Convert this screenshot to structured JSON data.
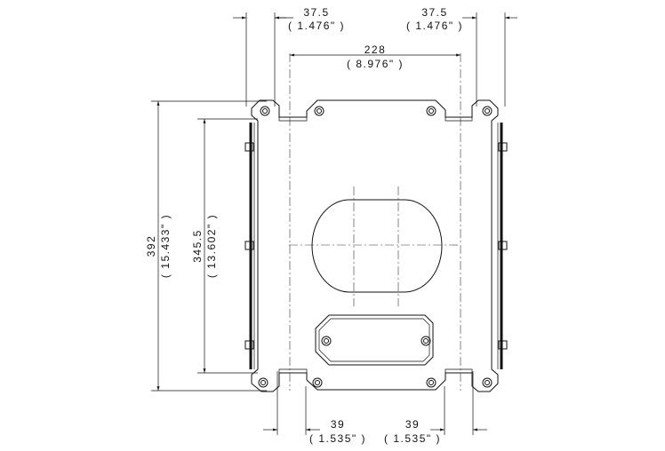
{
  "dimensions": {
    "top_left_offset": {
      "value": "37.5",
      "imperial": "( 1.476\" )"
    },
    "top_right_offset": {
      "value": "37.5",
      "imperial": "( 1.476\" )"
    },
    "hole_spacing_width": {
      "value": "228",
      "imperial": "( 8.976\" )"
    },
    "overall_height": {
      "value": "392",
      "imperial": "( 15.433\" )"
    },
    "hole_spacing_height": {
      "value": "345.5",
      "imperial": "( 13.602\" )"
    },
    "bottom_left_offset": {
      "value": "39",
      "imperial": "( 1.535\" )"
    },
    "bottom_right_offset": {
      "value": "39",
      "imperial": "( 1.535\" )"
    }
  }
}
